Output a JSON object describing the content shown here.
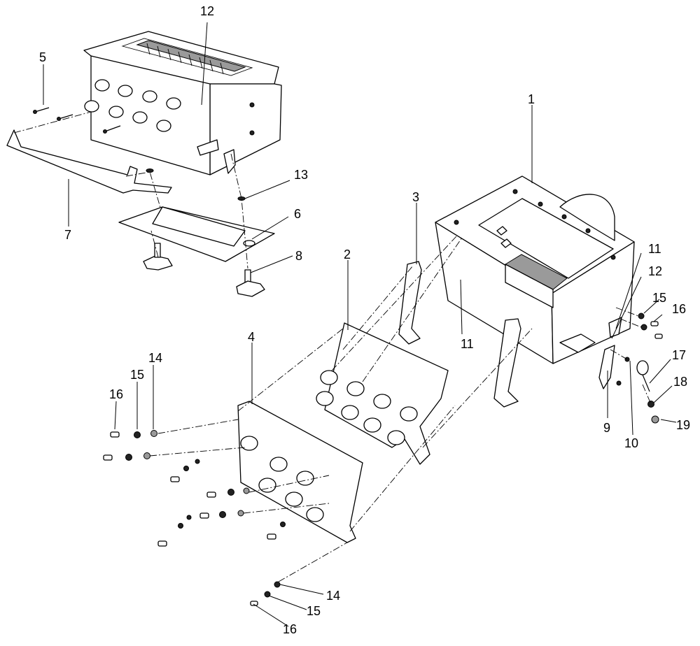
{
  "callouts": [
    {
      "id": "c1",
      "text": "1"
    },
    {
      "id": "c2",
      "text": "2"
    },
    {
      "id": "c3",
      "text": "3"
    },
    {
      "id": "c4",
      "text": "4"
    },
    {
      "id": "c5",
      "text": "5"
    },
    {
      "id": "c6",
      "text": "6"
    },
    {
      "id": "c7",
      "text": "7"
    },
    {
      "id": "c8",
      "text": "8"
    },
    {
      "id": "c9",
      "text": "9"
    },
    {
      "id": "c10",
      "text": "10"
    },
    {
      "id": "c11a",
      "text": "11"
    },
    {
      "id": "c11b",
      "text": "11"
    },
    {
      "id": "c12a",
      "text": "12"
    },
    {
      "id": "c12b",
      "text": "12"
    },
    {
      "id": "c13",
      "text": "13"
    },
    {
      "id": "c14a",
      "text": "14"
    },
    {
      "id": "c14b",
      "text": "14"
    },
    {
      "id": "c15a",
      "text": "15"
    },
    {
      "id": "c15b",
      "text": "15"
    },
    {
      "id": "c15c",
      "text": "15"
    },
    {
      "id": "c16a",
      "text": "16"
    },
    {
      "id": "c16b",
      "text": "16"
    },
    {
      "id": "c16c",
      "text": "16"
    },
    {
      "id": "c17",
      "text": "17"
    },
    {
      "id": "c18",
      "text": "18"
    },
    {
      "id": "c19",
      "text": "19"
    }
  ]
}
